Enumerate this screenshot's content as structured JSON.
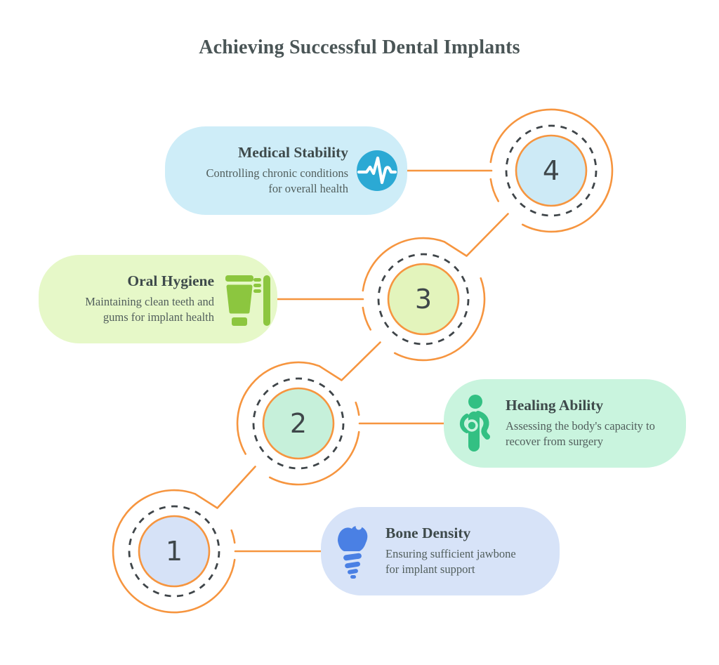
{
  "infographic": {
    "title": "Achieving Successful Dental Implants",
    "steps": [
      {
        "number": "1",
        "label": "Bone Density",
        "description": "Ensuring sufficient jawbone for implant support",
        "card_bg": "#d7e3f8",
        "circle_fill": "#d6e2f7",
        "icon": "dental-implant-icon",
        "icon_color": "#4a80e4"
      },
      {
        "number": "2",
        "label": "Healing Ability",
        "description": "Assessing the body's capacity to recover from surgery",
        "card_bg": "#c9f4de",
        "circle_fill": "#c6f0da",
        "icon": "healing-person-icon",
        "icon_color": "#33c083"
      },
      {
        "number": "3",
        "label": "Oral Hygiene",
        "description": "Maintaining clean teeth and gums for implant health",
        "card_bg": "#e6f8c8",
        "circle_fill": "#e3f4bc",
        "icon": "toothpaste-toothbrush-icon",
        "icon_color": "#8cc63f"
      },
      {
        "number": "4",
        "label": "Medical Stability",
        "description": "Controlling chronic conditions for overall health",
        "card_bg": "#ceedf8",
        "circle_fill": "#cdeaf6",
        "icon": "heartbeat-icon",
        "icon_color": "#2ba9d4"
      }
    ],
    "colors": {
      "accent_orange": "#f6953f",
      "dashed_ring": "#3f4549",
      "heading_text": "#4a5556",
      "card_title_text": "#3e4a4b",
      "card_body_text": "#515e5c"
    }
  }
}
